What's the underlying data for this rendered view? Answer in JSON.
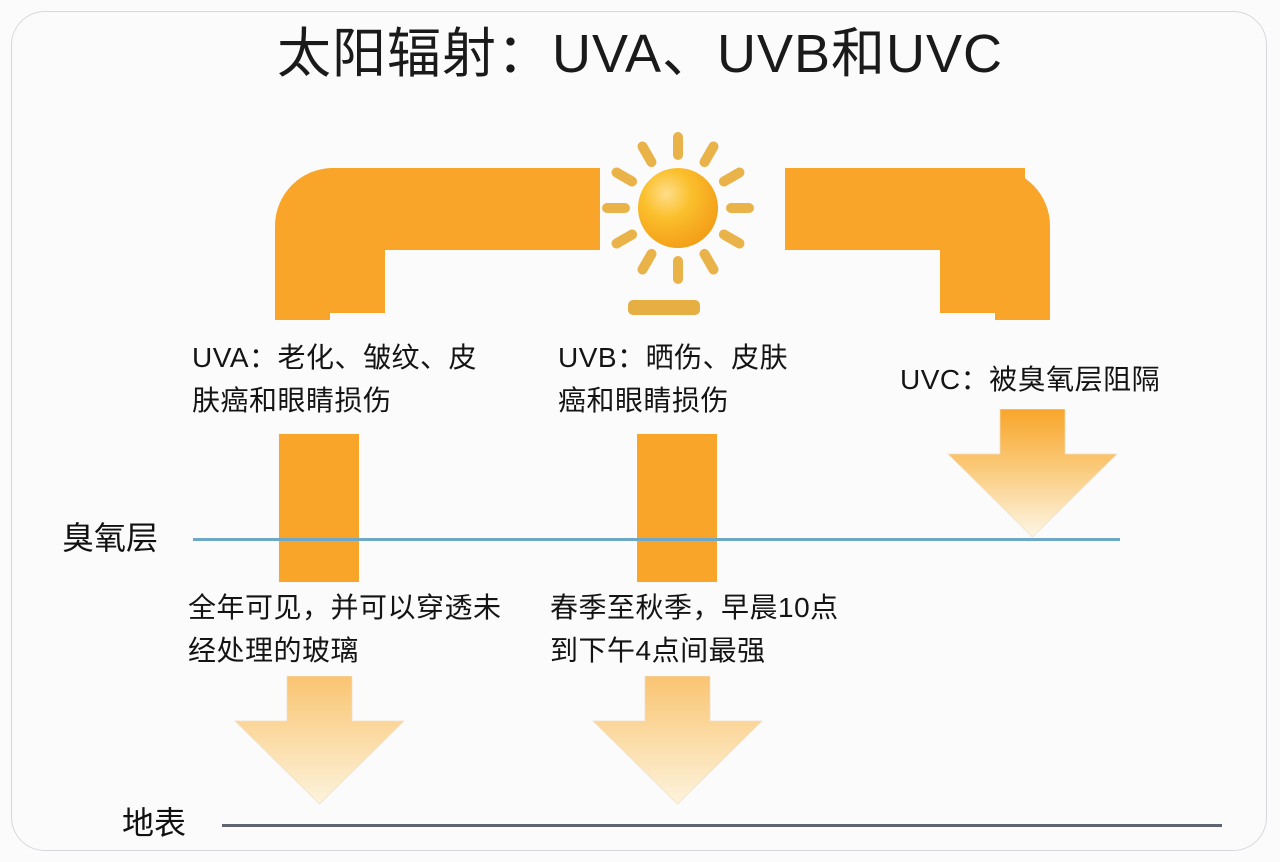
{
  "page": {
    "title": "太阳辐射：UVA、UVB和UVC",
    "background_color": "#fbfbfc",
    "accent_color": "#f9a52a",
    "ozone_line_color": "#6ea8c8",
    "ground_line_color": "#5e6570",
    "text_color": "#141414"
  },
  "sun": {
    "icon": "sun-icon",
    "core_color": "#fbc02d",
    "ray_color": "#e9b34a",
    "ray_count": 12
  },
  "columns": [
    {
      "id": "uva",
      "label": "UVA：老化、皱纹、皮肤癌和眼睛损伤",
      "note": "全年可见，并可以穿透未经处理的玻璃",
      "reaches": "地表"
    },
    {
      "id": "uvb",
      "label": "UVB：晒伤、皮肤癌和眼睛损伤",
      "note": "春季至秋季，早晨10点到下午4点间最强",
      "reaches": "地表"
    },
    {
      "id": "uvc",
      "label": "UVC：被臭氧层阻隔",
      "note": "",
      "reaches": "臭氧层"
    }
  ],
  "boundaries": {
    "ozone_label": "臭氧层",
    "ground_label": "地表"
  }
}
